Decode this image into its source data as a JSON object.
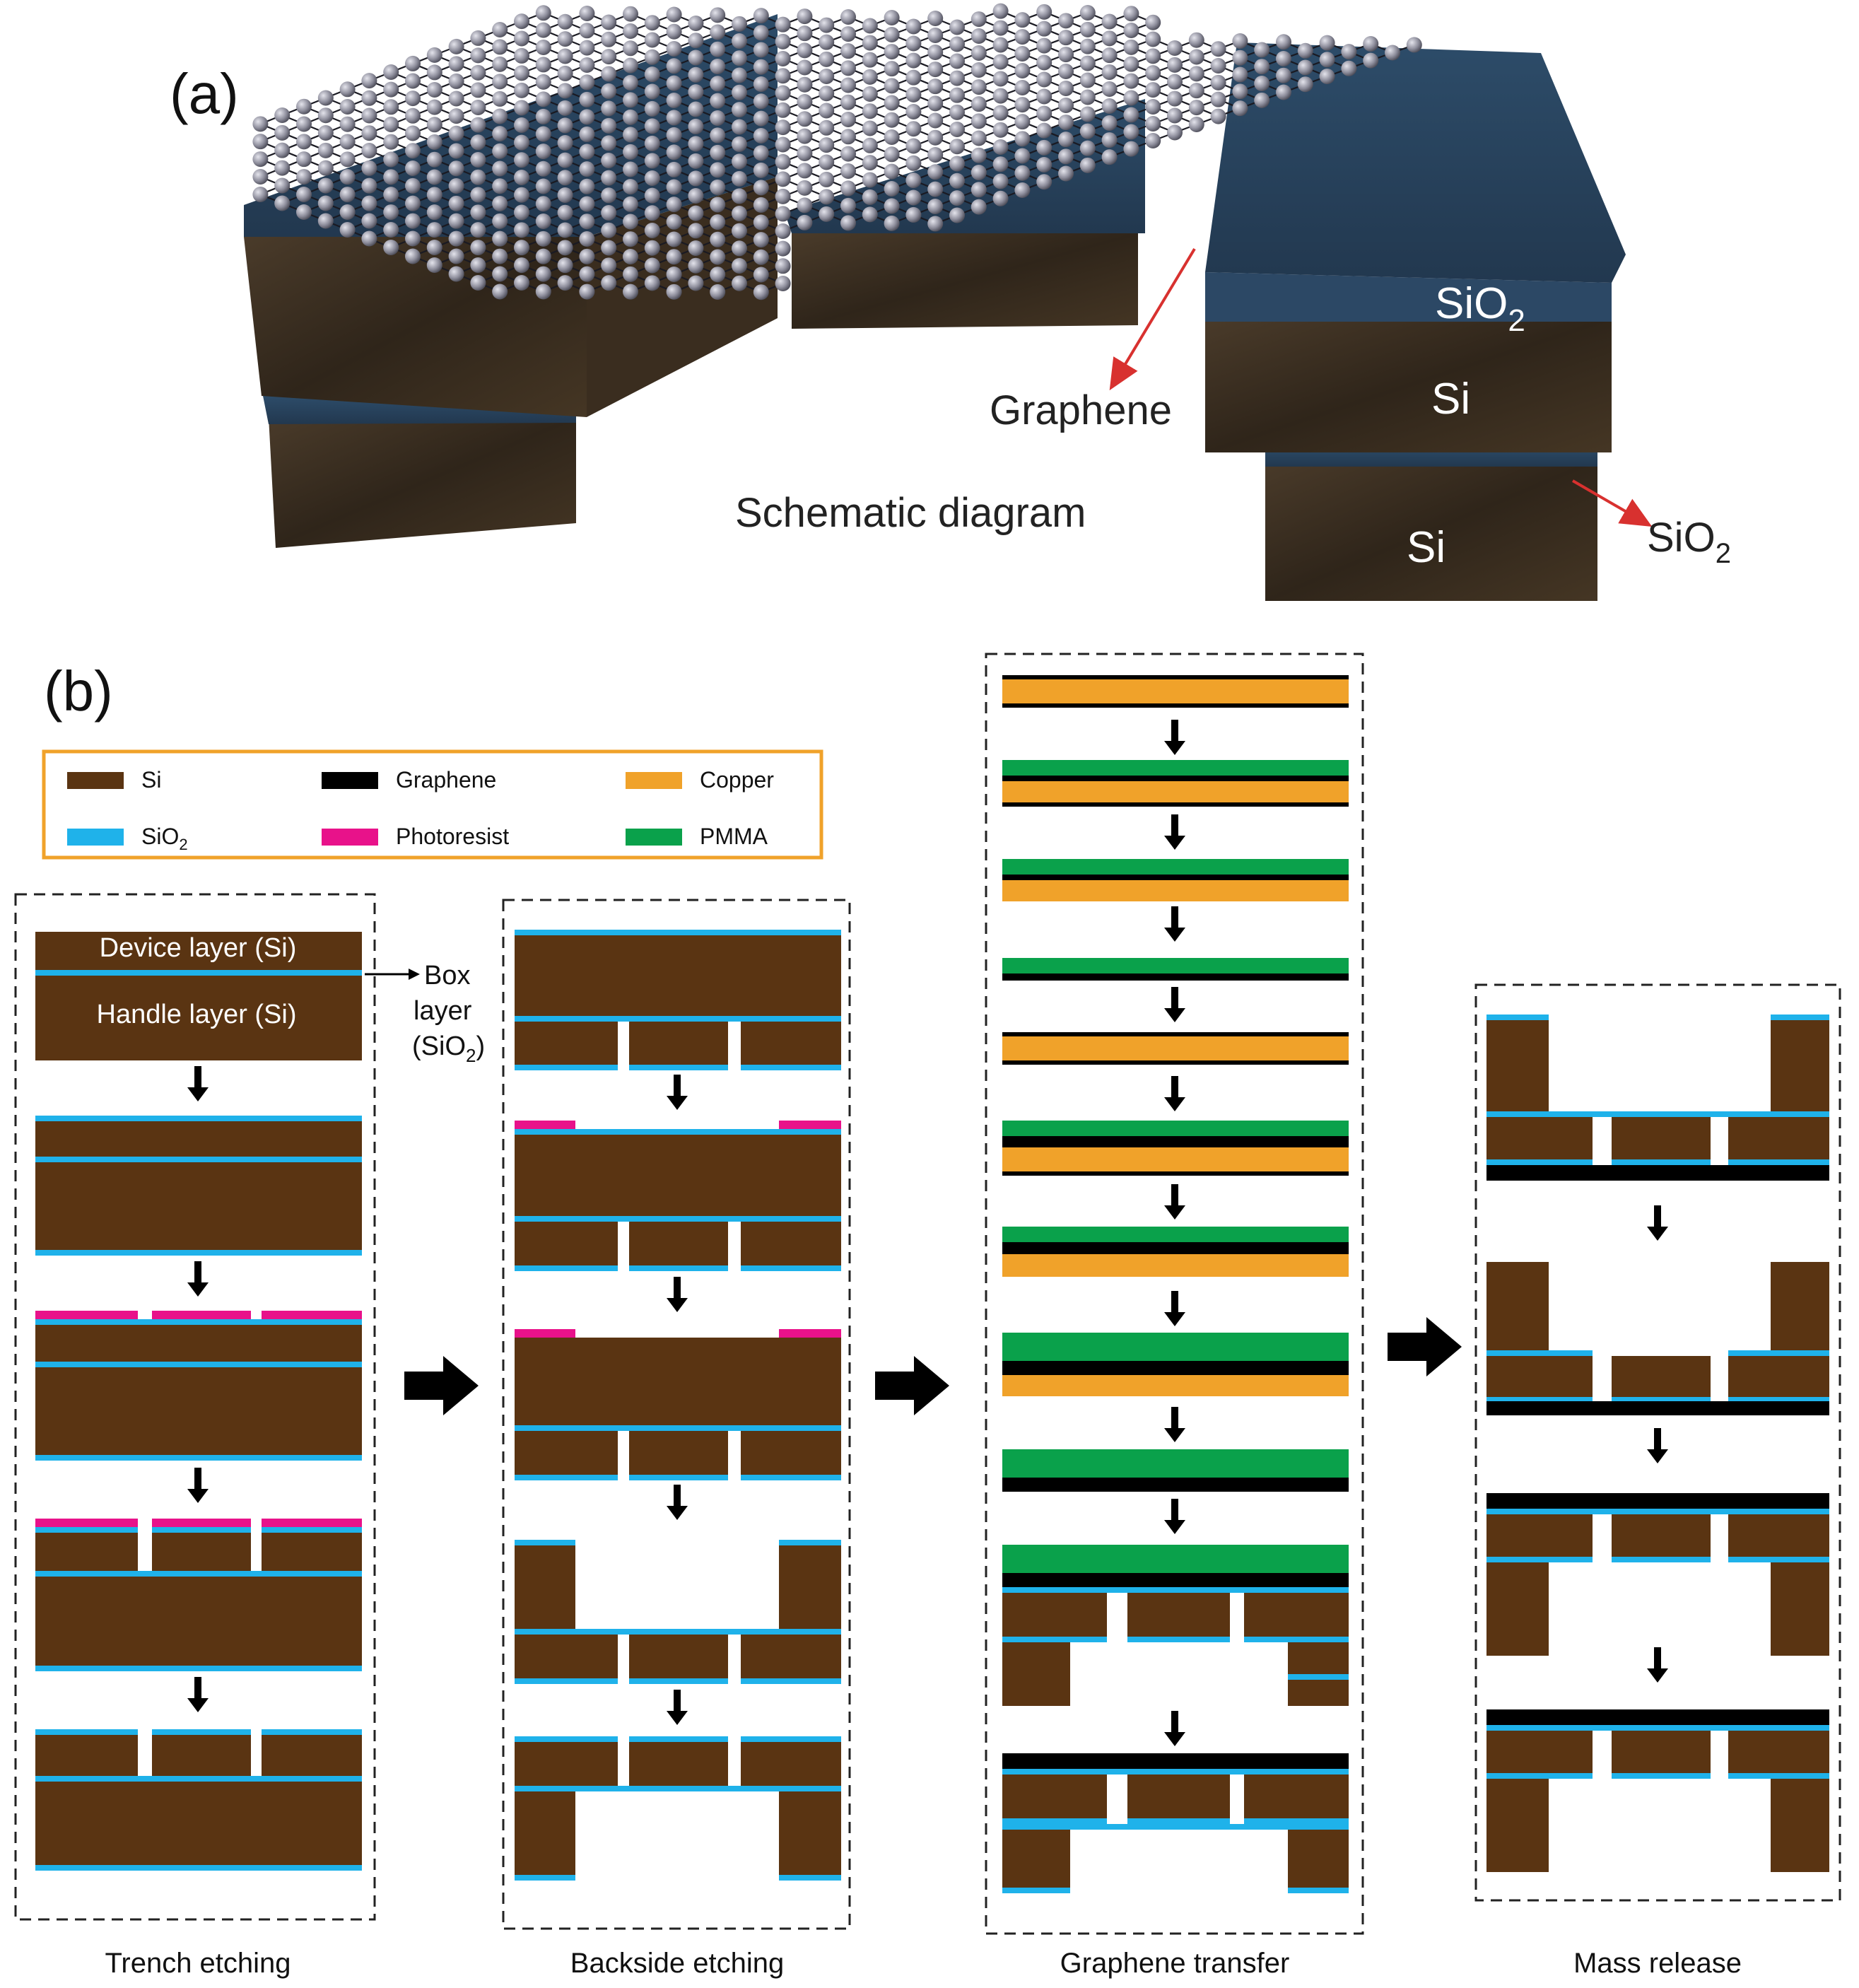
{
  "panel_a": {
    "label": "(a)",
    "caption": "Schematic diagram",
    "labels": {
      "graphene": "Graphene",
      "sio2_top_base": "SiO",
      "sio2_top_sub": "2",
      "si_top": "Si",
      "si_bottom": "Si",
      "sio2_box_base": "SiO",
      "sio2_box_sub": "2"
    }
  },
  "panel_b": {
    "label": "(b)",
    "legend": [
      {
        "base": "Si",
        "sub": "",
        "color": "#5a3412"
      },
      {
        "base": "Graphene",
        "sub": "",
        "color": "#000000"
      },
      {
        "base": "Copper",
        "sub": "",
        "color": "#f0a22a"
      },
      {
        "base": "SiO",
        "sub": "2",
        "color": "#1fb2ea"
      },
      {
        "base": "Photoresist",
        "sub": "",
        "color": "#e8128a"
      },
      {
        "base": "PMMA",
        "sub": "",
        "color": "#0aa14b"
      }
    ],
    "wafer_labels": {
      "device": "Device layer (Si)",
      "handle": "Handle layer (Si)",
      "box_1": "Box",
      "box_2": "layer",
      "box_3_base": "(SiO",
      "box_3_sub": "2",
      "box_3_end": ")"
    },
    "steps": {
      "trench": "Trench etching",
      "backside": "Backside etching",
      "graphene": "Graphene transfer",
      "mass": "Mass release"
    }
  },
  "colors": {
    "si": "#5a3412",
    "sio2": "#1fb2ea",
    "graphene": "#000000",
    "copper": "#f0a22a",
    "photoresist": "#e8128a",
    "pmma": "#0aa14b",
    "legend_border": "#f0a22a",
    "oxide_3d": "#2f4f6c",
    "si_3d": "#3b2e20",
    "arrow_red": "#d8312f"
  }
}
